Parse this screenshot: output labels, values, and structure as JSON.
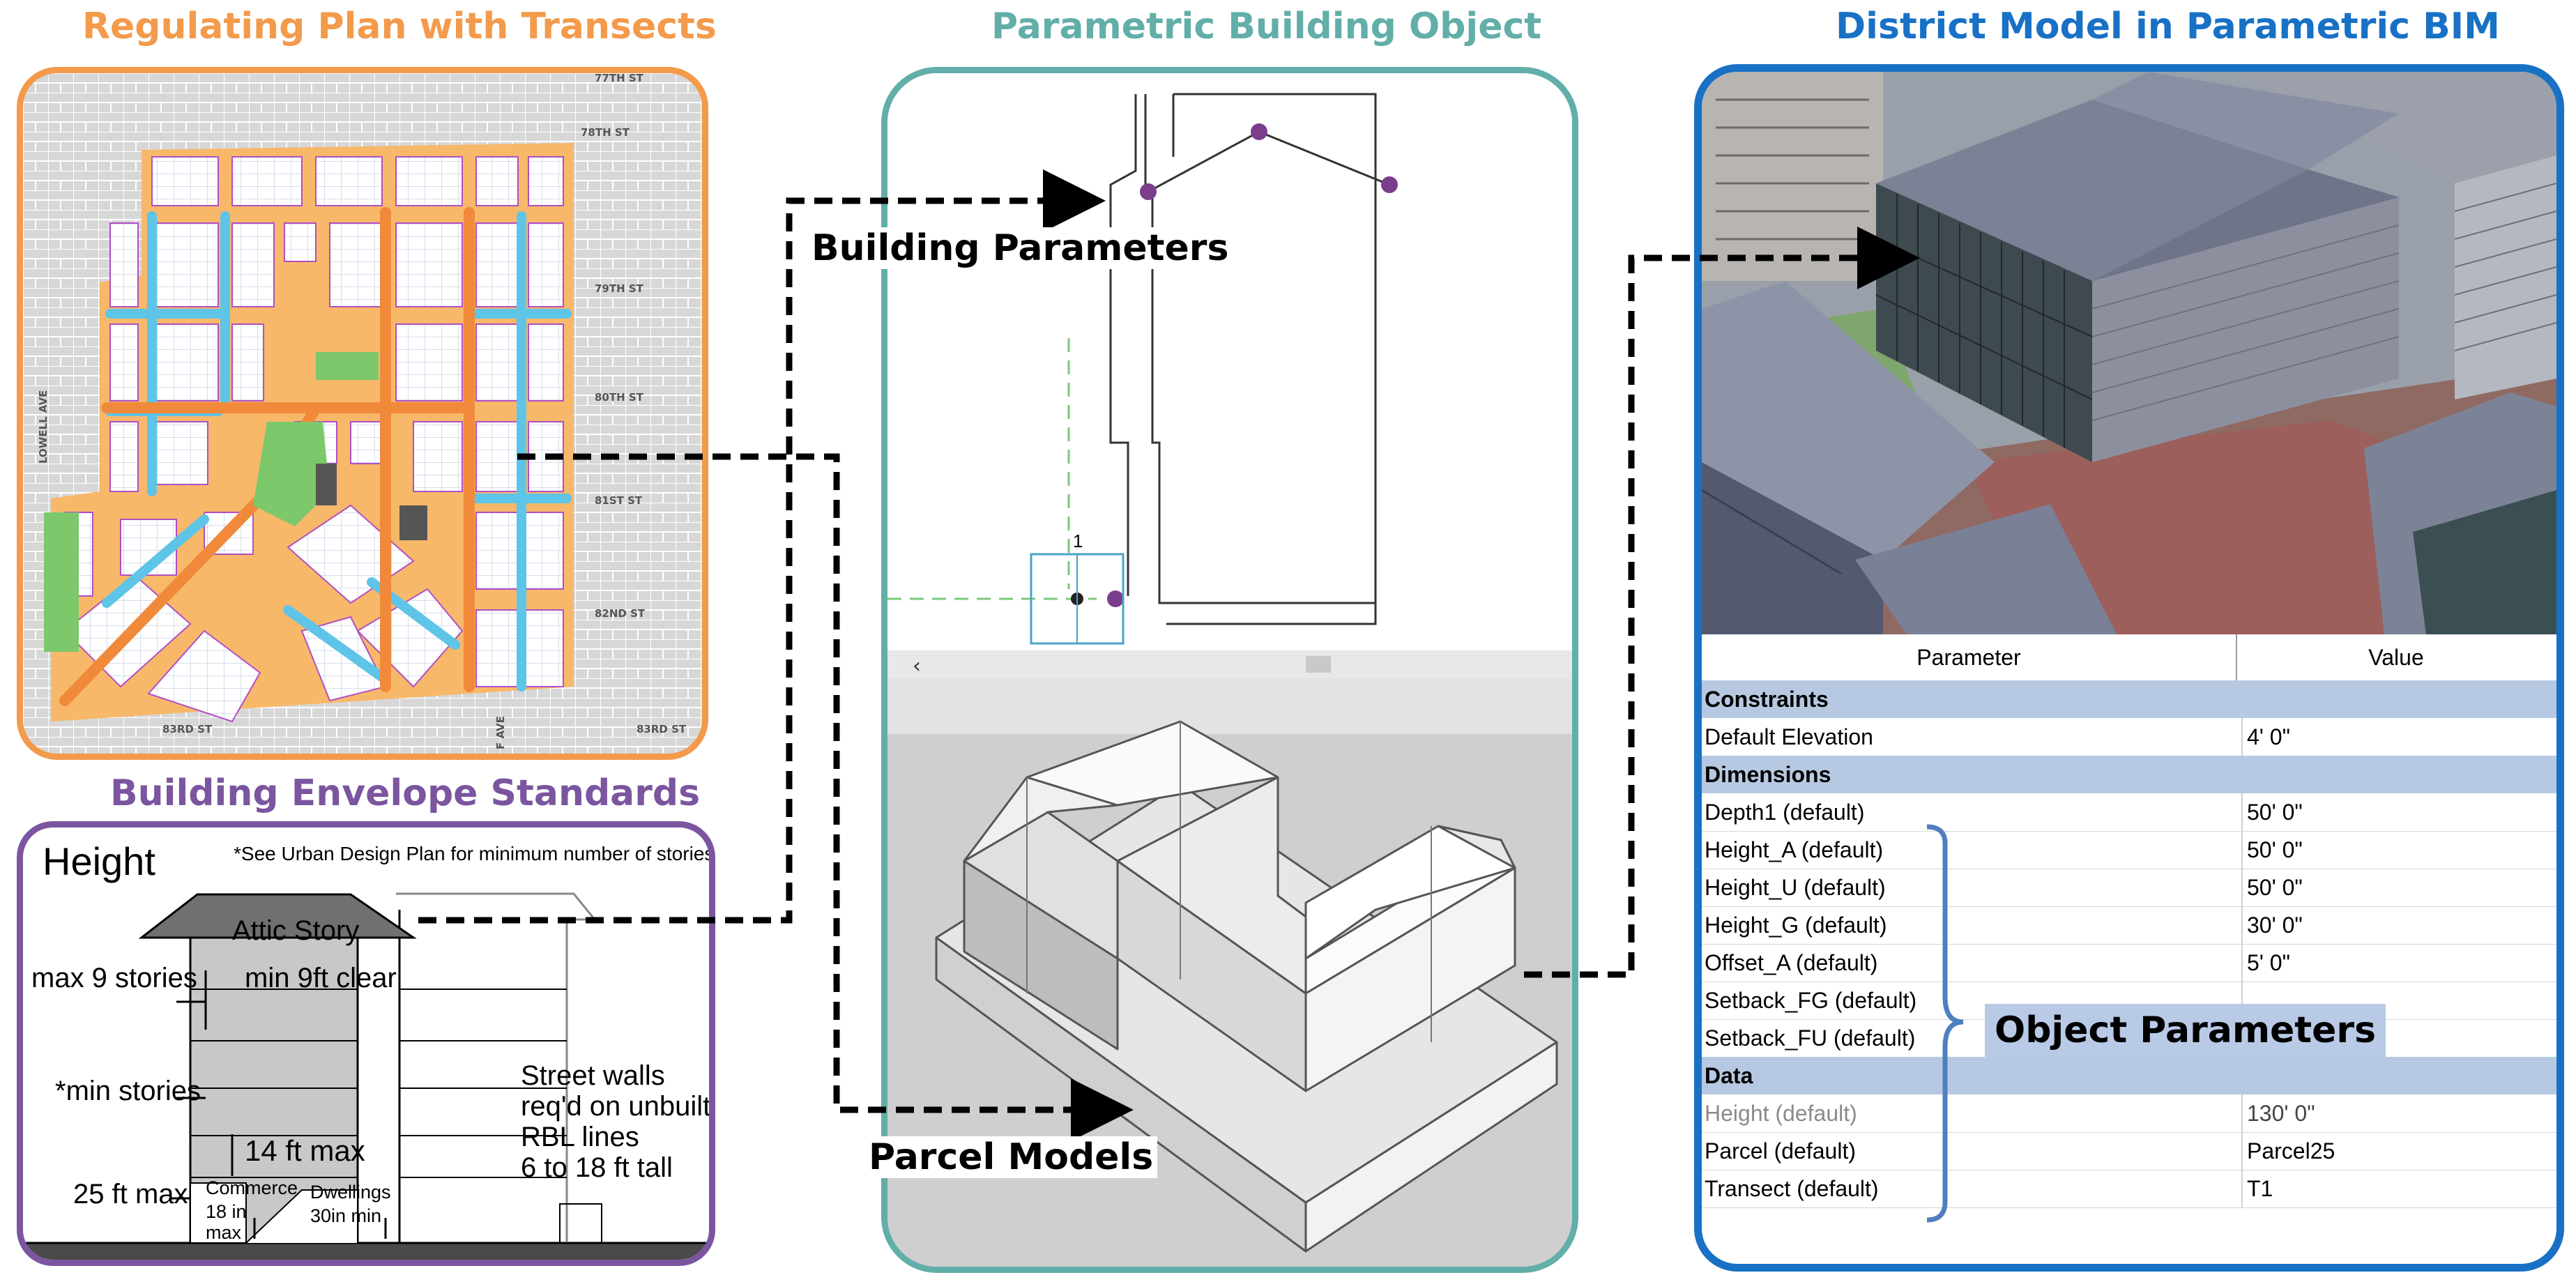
{
  "titles": {
    "regulating_plan": "Regulating Plan with Transects",
    "envelope": "Building Envelope Standards",
    "parametric_object": "Parametric Building Object",
    "district_model": "District Model in Parametric BIM"
  },
  "map_labels": {
    "st77": "77TH ST",
    "st78": "78TH ST",
    "st79": "79TH ST",
    "st80": "80TH ST",
    "st81": "81ST ST",
    "st82": "82ND ST",
    "st83_left": "83RD ST",
    "st83_right": "83RD ST",
    "lowell": "LOWELL AVE",
    "fave": "F AVE"
  },
  "envelope": {
    "height": "Height",
    "note": "*See Urban Design Plan for minimum number of stories",
    "attic": "Attic Story",
    "max_stories": "max 9 stories",
    "min_clear": "min 9ft clear",
    "min_stories": "*min stories",
    "ft14": "14 ft max",
    "ft25": "25 ft max",
    "commerce_1": "Commerce",
    "commerce_2": "18 in",
    "commerce_3": "max",
    "dwell_1": "Dwellings",
    "dwell_2": "30in min",
    "street_1": "Street walls",
    "street_2": "req'd on unbuilt",
    "street_3": "RBL lines",
    "street_4": "6 to 18 ft tall"
  },
  "parametric": {
    "building_params": "Building Parameters",
    "parcel_models": "Parcel Models",
    "marker_num": "1",
    "scroll_arrow": "‹"
  },
  "table": {
    "header_param": "Parameter",
    "header_value": "Value",
    "rows": [
      {
        "type": "section",
        "label": "Constraints"
      },
      {
        "type": "row",
        "label": "Default Elevation",
        "value": "4'  0\""
      },
      {
        "type": "section",
        "label": "Dimensions"
      },
      {
        "type": "row",
        "label": "Depth1 (default)",
        "value": "50'  0\""
      },
      {
        "type": "row",
        "label": "Height_A (default)",
        "value": "50'  0\""
      },
      {
        "type": "row",
        "label": "Height_U (default)",
        "value": "50'  0\""
      },
      {
        "type": "row",
        "label": "Height_G (default)",
        "value": "30'  0\""
      },
      {
        "type": "row",
        "label": "Offset_A (default)",
        "value": "5'  0\""
      },
      {
        "type": "row",
        "label": "Setback_FG (default)",
        "value": ""
      },
      {
        "type": "row",
        "label": "Setback_FU (default)",
        "value": ""
      },
      {
        "type": "section",
        "label": "Data"
      },
      {
        "type": "row",
        "label": "Height (default)",
        "value": "130'  0\"",
        "muted": true
      },
      {
        "type": "row",
        "label": "Parcel (default)",
        "value": "Parcel25"
      },
      {
        "type": "row",
        "label": "Transect (default)",
        "value": "T1"
      }
    ],
    "object_params": "Object Parameters"
  },
  "colors": {
    "orange": "#f39a4b",
    "purple": "#7b559f",
    "teal": "#62aea8",
    "blue": "#1871c5",
    "street_orange": "#f7b86a",
    "street_blue": "#5ec4e8",
    "park_green": "#7cc86b",
    "table_section": "#b7c9e2",
    "brace_blue": "#4f7fc0"
  }
}
